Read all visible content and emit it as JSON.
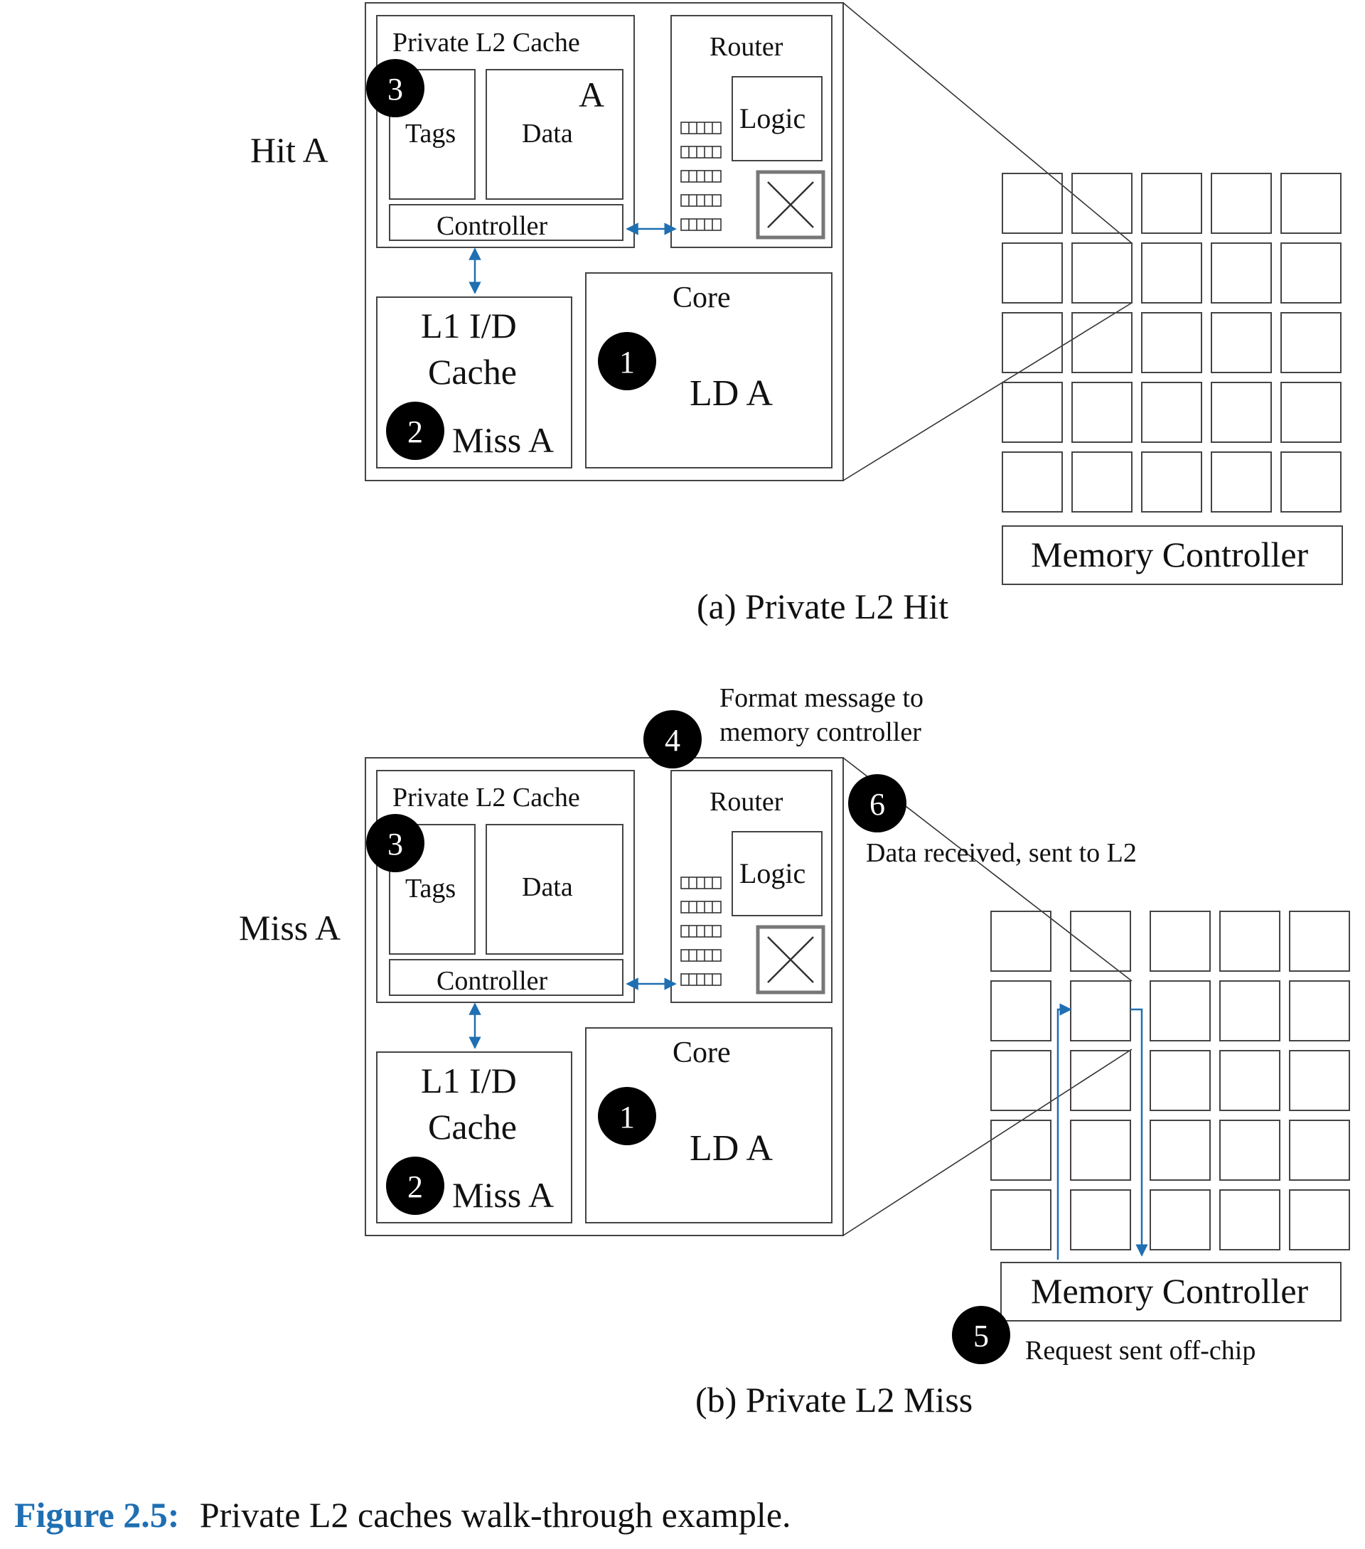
{
  "panel_a": {
    "side_label": "Hit A",
    "l2_title": "Private L2 Cache",
    "tags_label": "Tags",
    "data_label": "Data",
    "data_entry": "A",
    "controller_label": "Controller",
    "router_label": "Router",
    "logic_label": "Logic",
    "l1_label_line1": "L1 I/D",
    "l1_label_line2": "Cache",
    "l1_status": "Miss A",
    "core_label": "Core",
    "core_instruction": "LD A",
    "memory_controller_label": "Memory Controller",
    "caption": "(a) Private L2 Hit",
    "steps": {
      "s1": "1",
      "s2": "2",
      "s3": "3"
    }
  },
  "panel_b": {
    "side_label": "Miss A",
    "l2_title": "Private L2 Cache",
    "tags_label": "Tags",
    "data_label": "Data",
    "controller_label": "Controller",
    "router_label": "Router",
    "logic_label": "Logic",
    "l1_label_line1": "L1 I/D",
    "l1_label_line2": "Cache",
    "l1_status": "Miss A",
    "core_label": "Core",
    "core_instruction": "LD A",
    "memory_controller_label": "Memory Controller",
    "caption": "(b) Private L2 Miss",
    "steps": {
      "s1": "1",
      "s2": "2",
      "s3": "3",
      "s4": "4",
      "s5": "5",
      "s6": "6"
    },
    "step4_text_line1": "Format message to",
    "step4_text_line2": "memory controller",
    "step6_text": "Data received, sent to L2",
    "step5_text": "Request sent off-chip"
  },
  "figure": {
    "label": "Figure 2.5:",
    "caption": "Private L2 caches walk-through example."
  },
  "colors": {
    "accent": "#1f6fb2",
    "badge": "#000000",
    "stroke": "#444444"
  },
  "mesh": {
    "rows": 5,
    "cols": 5
  },
  "icons": {
    "crossbar": "crossbar-switch-icon",
    "buffers": "input-buffer-icon"
  }
}
